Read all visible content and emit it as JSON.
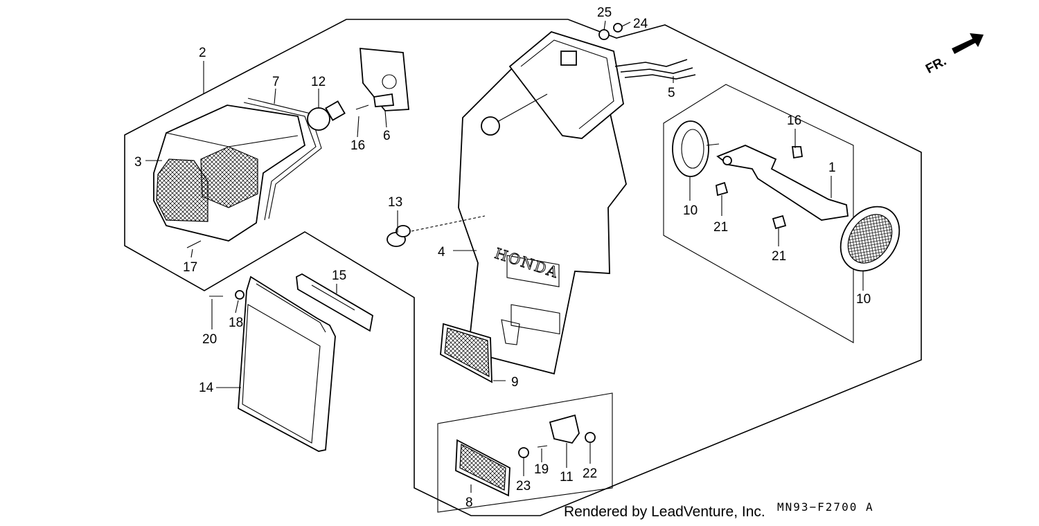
{
  "orientation": {
    "label": "FR."
  },
  "emblem": "HONDA",
  "callouts": [
    "1",
    "2",
    "3",
    "4",
    "5",
    "6",
    "7",
    "8",
    "9",
    "10",
    "10",
    "11",
    "12",
    "13",
    "14",
    "15",
    "16",
    "16",
    "17",
    "18",
    "19",
    "20",
    "21",
    "21",
    "22",
    "23",
    "24",
    "25"
  ],
  "footer": {
    "credit": "Rendered by LeadVenture, Inc.",
    "code": "MN93−F2700 A"
  }
}
